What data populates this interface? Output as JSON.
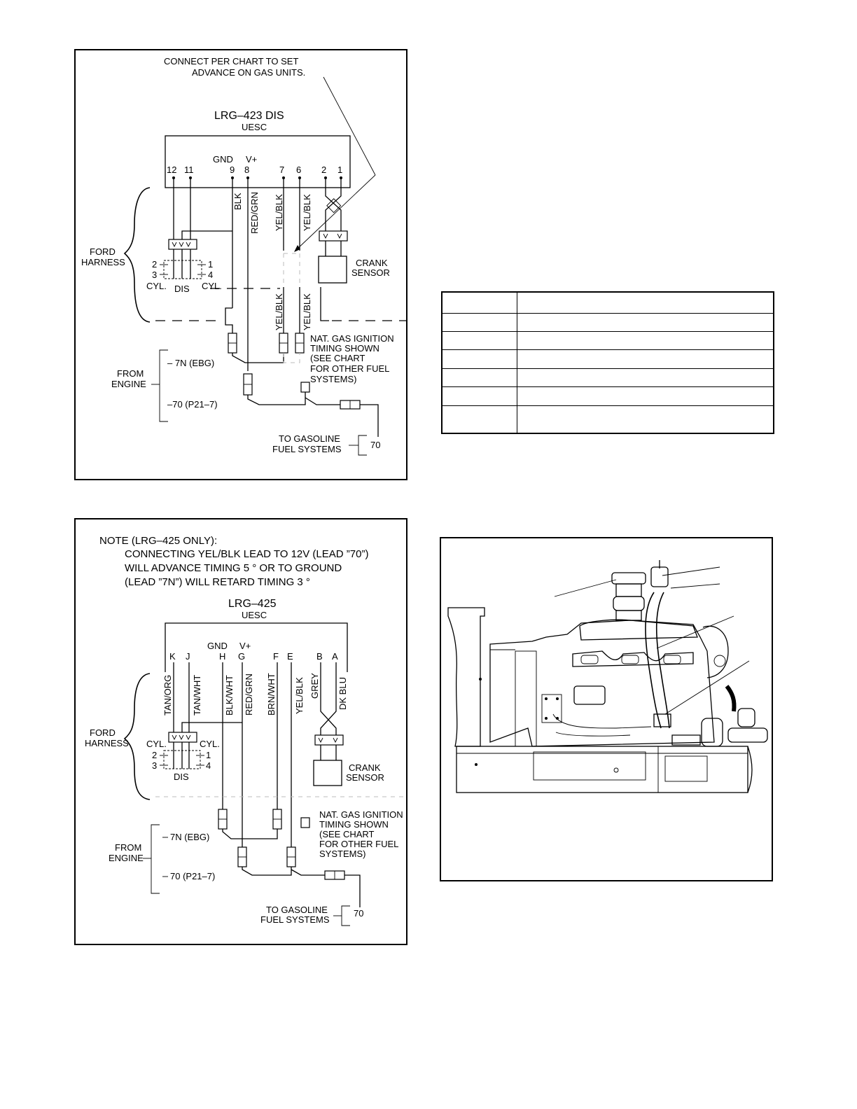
{
  "lrg423": {
    "callout": [
      "CONNECT PER CHART TO SET",
      "ADVANCE ON GAS UNITS."
    ],
    "title": "LRG–423 DIS",
    "subtitle": "UESC",
    "pins": [
      "12",
      "11",
      "9",
      "8",
      "7",
      "6",
      "2",
      "1"
    ],
    "gnd": "GND",
    "vplus": "V+",
    "wires": [
      "BLK",
      "RED/GRN",
      "YEL/BLK",
      "YEL/BLK"
    ],
    "wires_lower": [
      "YEL/BLK",
      "YEL/BLK"
    ],
    "ford_harness": [
      "FORD",
      "HARNESS"
    ],
    "dis_pins": [
      "2",
      "3",
      "1",
      "4"
    ],
    "cyl_left": "CYL.",
    "dis": "DIS",
    "cyl_right": "CYL.",
    "crank_sensor": [
      "CRANK",
      "SENSOR"
    ],
    "nat_gas": [
      "NAT. GAS IGNITION",
      "TIMING SHOWN",
      "(SEE CHART",
      "FOR OTHER FUEL",
      "SYSTEMS)"
    ],
    "from_engine": [
      "FROM",
      "ENGINE"
    ],
    "lead_7n": "– 7N (EBG)",
    "lead_70": "–70 (P21–7)",
    "to_gasoline": [
      "TO GASOLINE",
      "FUEL SYSTEMS"
    ],
    "lead_70_right": "70"
  },
  "lrg425": {
    "note_title": "NOTE (LRG–425 ONLY):",
    "note_lines": [
      "CONNECTING YEL/BLK LEAD TO 12V (LEAD ”70”)",
      "WILL ADVANCE TIMING 5  ° OR TO GROUND",
      "(LEAD ”7N”) WILL RETARD TIMING 3     °"
    ],
    "title": "LRG–425",
    "subtitle": "UESC",
    "pins": [
      "K",
      "J",
      "H",
      "G",
      "F",
      "E",
      "B",
      "A"
    ],
    "gnd": "GND",
    "vplus": "V+",
    "wires": [
      "TAN/ORG",
      "TAN/WHT",
      "BLK/WHT",
      "RED/GRN",
      "BRN/WHT",
      "YEL/BLK",
      "GREY",
      "DK BLU"
    ],
    "ford_harness": [
      "FORD",
      "HARNESS"
    ],
    "cyl_left": "CYL.",
    "cyl_right": "CYL.",
    "dis_pins": [
      "2",
      "3",
      "1",
      "4"
    ],
    "dis": "DIS",
    "crank_sensor": [
      "CRANK",
      "SENSOR"
    ],
    "nat_gas": [
      "NAT. GAS IGNITION",
      "TIMING SHOWN",
      "(SEE CHART",
      "FOR OTHER FUEL",
      "SYSTEMS)"
    ],
    "from_engine": [
      "FROM",
      "ENGINE"
    ],
    "lead_7n": "7N (EBG)",
    "lead_70": "70 (P21–7)",
    "to_gasoline": [
      "TO GASOLINE",
      "FUEL SYSTEMS"
    ],
    "lead_70_right": "70"
  },
  "fuel_table": {
    "rows": [
      [
        "",
        ""
      ],
      [
        "",
        ""
      ],
      [
        "",
        ""
      ],
      [
        "",
        ""
      ],
      [
        "",
        ""
      ],
      [
        "",
        ""
      ],
      [
        "",
        ""
      ]
    ]
  }
}
